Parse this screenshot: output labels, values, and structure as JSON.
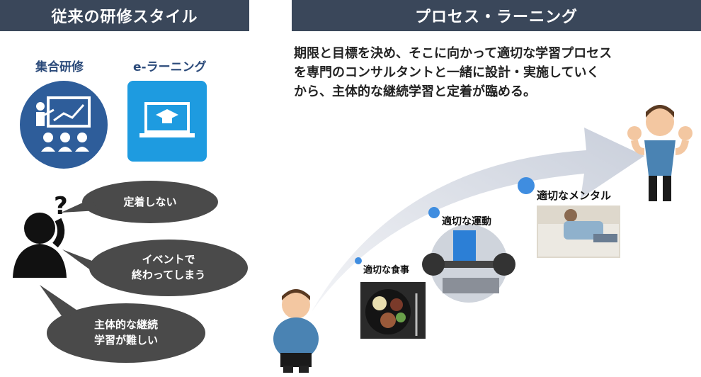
{
  "left": {
    "header": "従来の研修スタイル",
    "methods": [
      {
        "label": "集合研修",
        "icon": "classroom-icon"
      },
      {
        "label": "e-ラーニング",
        "icon": "laptop-graduation-icon"
      }
    ],
    "bubbles": [
      {
        "line1": "定着しない",
        "line2": ""
      },
      {
        "line1": "イベントで",
        "line2": "終わってしまう"
      },
      {
        "line1": "主体的な継続",
        "line2": "学習が難しい"
      }
    ]
  },
  "right": {
    "header": "プロセス・ラーニング",
    "description_lines": [
      "期限と目標を決め、そこに向かって適切な学習プロセス",
      "を専門のコンサルタントと一緒に設計・実施していく",
      "から、主体的な継続学習と定着が臨める。"
    ],
    "steps": [
      {
        "label": "適切な食事",
        "photo": "food-bowl-photo"
      },
      {
        "label": "適切な運動",
        "photo": "bench-press-photo"
      },
      {
        "label": "適切なメンタル",
        "photo": "relaxing-man-photo"
      }
    ],
    "colors": {
      "header": "#3a475a",
      "bubble": "#4a4a4a",
      "dot": "#3f8de0",
      "icon_blue": "#2e5d9a",
      "icon_sky": "#1e9be0"
    }
  }
}
